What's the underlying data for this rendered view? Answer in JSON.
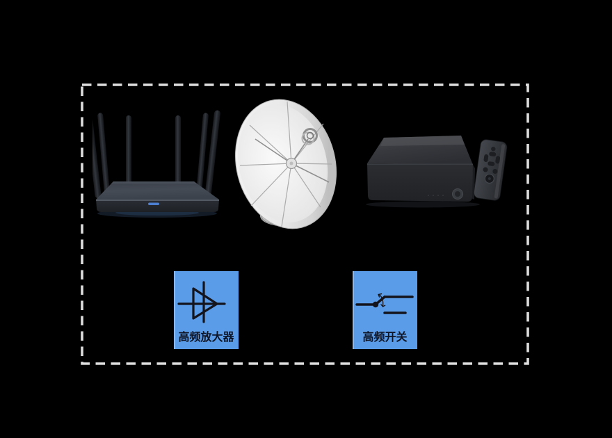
{
  "canvas": {
    "background_color": "#000000",
    "dashed_border_color": "#dedede",
    "accent_blue": "#5b9ce8",
    "symbol_stroke_color": "#14141c",
    "label_text_color": "#0d1526"
  },
  "equipment_images": [
    {
      "name": "wifi-router",
      "description_icon": "router-six-antenna-image"
    },
    {
      "name": "satellite-dish",
      "description_icon": "satellite-dish-image"
    },
    {
      "name": "set-top-box",
      "description_icon": "tv-box-image"
    },
    {
      "name": "remote-control",
      "description_icon": "remote-control-image"
    }
  ],
  "symbols": [
    {
      "name": "rf-amplifier",
      "label": "高频放大器",
      "icon": "amplifier-symbol",
      "background": "#5b9ce8"
    },
    {
      "name": "rf-switch",
      "label": "高频开关",
      "icon": "spdt-switch-symbol",
      "background": "#5b9ce8"
    }
  ]
}
